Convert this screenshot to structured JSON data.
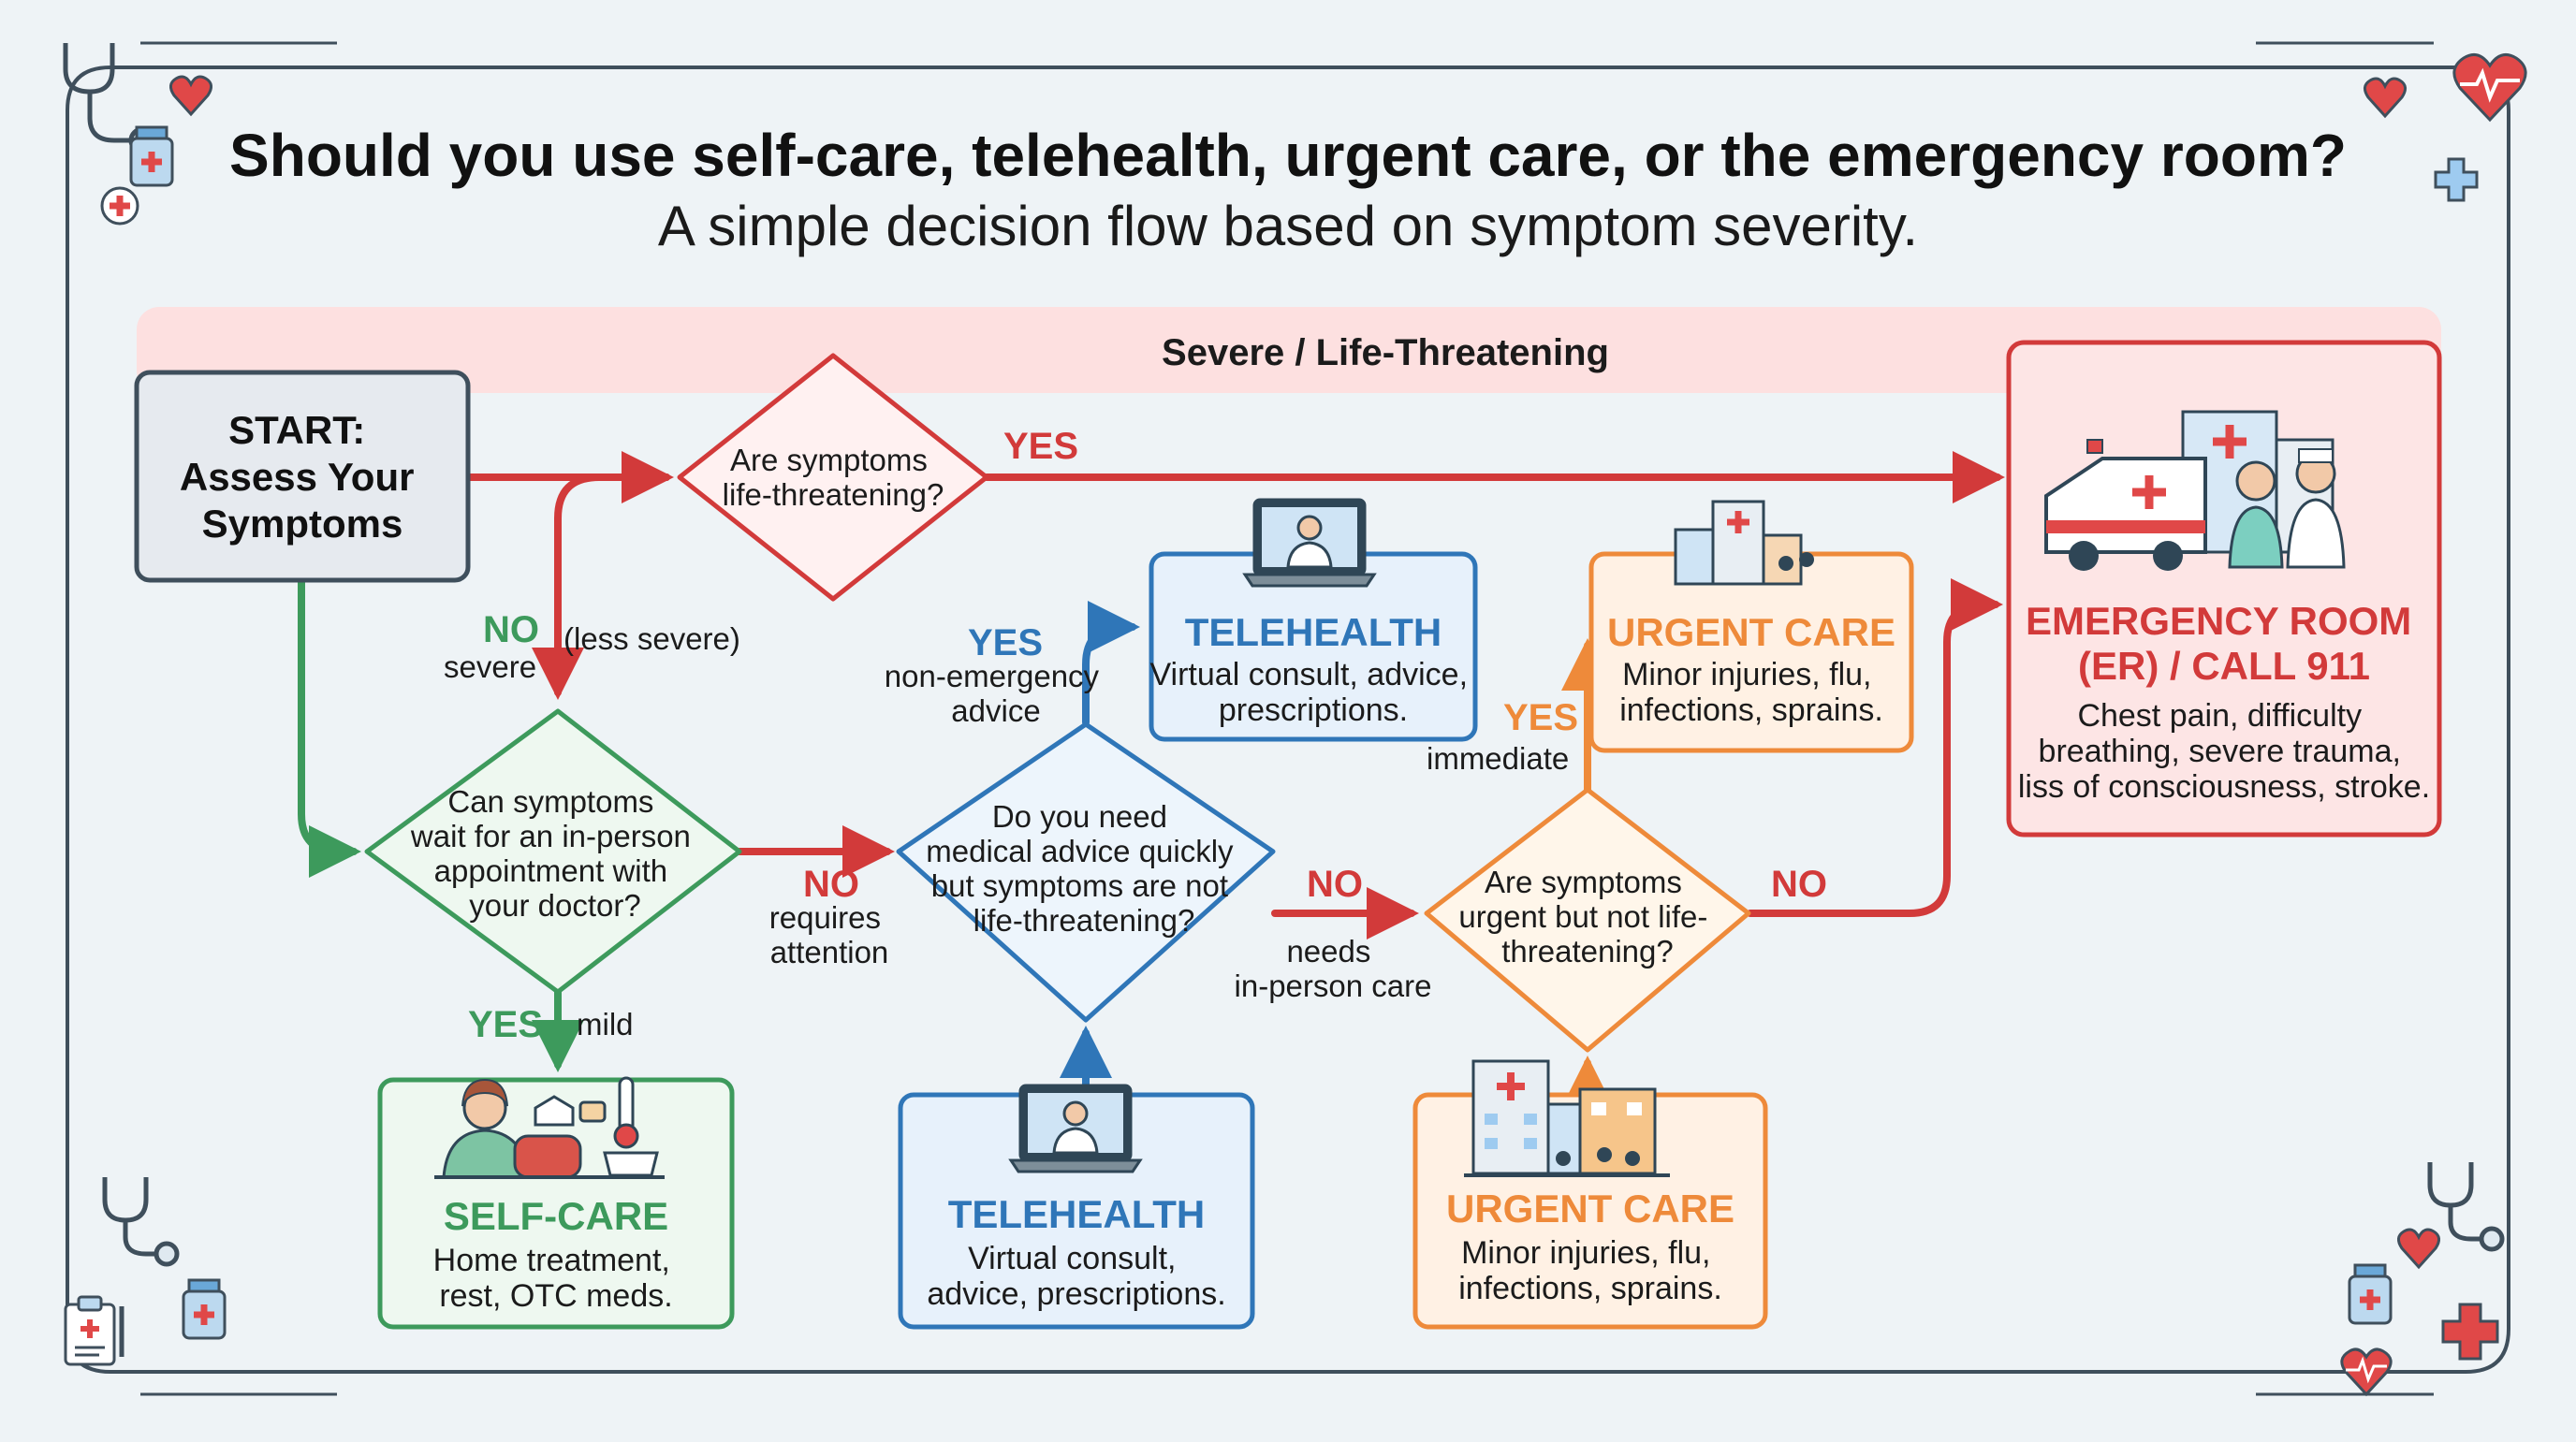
{
  "title": "Should you use self-care, telehealth, urgent care, or the emergency room?",
  "subtitle": "A simple decision flow based on symptom severity.",
  "band_label": "Severe / Life-Threatening",
  "start": {
    "lines": [
      "START:",
      "Assess Your",
      "Symptoms"
    ]
  },
  "d1": {
    "lines": [
      "Are symptoms",
      "life-threatening?"
    ]
  },
  "d2": {
    "lines": [
      "Can symptoms",
      "wait for an in-person",
      "appointment with",
      "your doctor?"
    ]
  },
  "d3": {
    "lines": [
      "Do you need",
      "medical advice quickly",
      "but symptoms are not",
      "life-threatening?"
    ]
  },
  "d4": {
    "lines": [
      "Are symptoms",
      "urgent but not life-",
      "threatening?"
    ]
  },
  "labels": {
    "d1_yes": "YES",
    "d1_no": "NO",
    "d1_no_sub1": "severe",
    "d1_no_sub2": "(less severe)",
    "d2_yes": "YES",
    "d2_yes_sub": "mild",
    "d2_no": "NO",
    "d2_no_sub": [
      "requires",
      "attention"
    ],
    "d3_yes": "YES",
    "d3_yes_sub": [
      "non-emergency",
      "advice"
    ],
    "d3_no": "NO",
    "d3_no_sub": [
      "needs",
      "in-person care"
    ],
    "d4_yes": "YES",
    "d4_yes_sub": "immediate",
    "d4_no": "NO"
  },
  "outcomes": {
    "telehealth_top": {
      "title": "TELEHEALTH",
      "body": [
        "Virtual consult, advice,",
        "prescriptions."
      ]
    },
    "urgent_top": {
      "title": "URGENT CARE",
      "body": [
        "Minor injuries, flu,",
        "infections, sprains."
      ]
    },
    "er": {
      "title": [
        "EMERGENCY ROOM",
        "(ER) / CALL 911"
      ],
      "body": [
        "Chest pain, difficulty",
        "breathing, severe trauma,",
        "liss of consciousness, stroke."
      ]
    },
    "selfcare": {
      "title": "SELF-CARE",
      "body": [
        "Home treatment,",
        "rest, OTC meds."
      ]
    },
    "telehealth_bottom": {
      "title": "TELEHEALTH",
      "body": [
        "Virtual consult,",
        "advice, prescriptions."
      ]
    },
    "urgent_bottom": {
      "title": "URGENT CARE",
      "body": [
        "Minor injuries, flu,",
        "infections, sprains."
      ]
    }
  },
  "colors": {
    "red": "#d23a3a",
    "green": "#3d9a5c",
    "blue": "#2f76b8",
    "orange": "#ee8a3a",
    "band": "#fde0e0"
  },
  "icons": [
    "stethoscope-icon",
    "heart-icon",
    "heartbeat-icon",
    "medicine-bottle-icon",
    "medical-cross-icon",
    "clipboard-icon",
    "laptop-doctor-icon",
    "hospital-icon",
    "ambulance-icon",
    "patient-resting-icon"
  ]
}
